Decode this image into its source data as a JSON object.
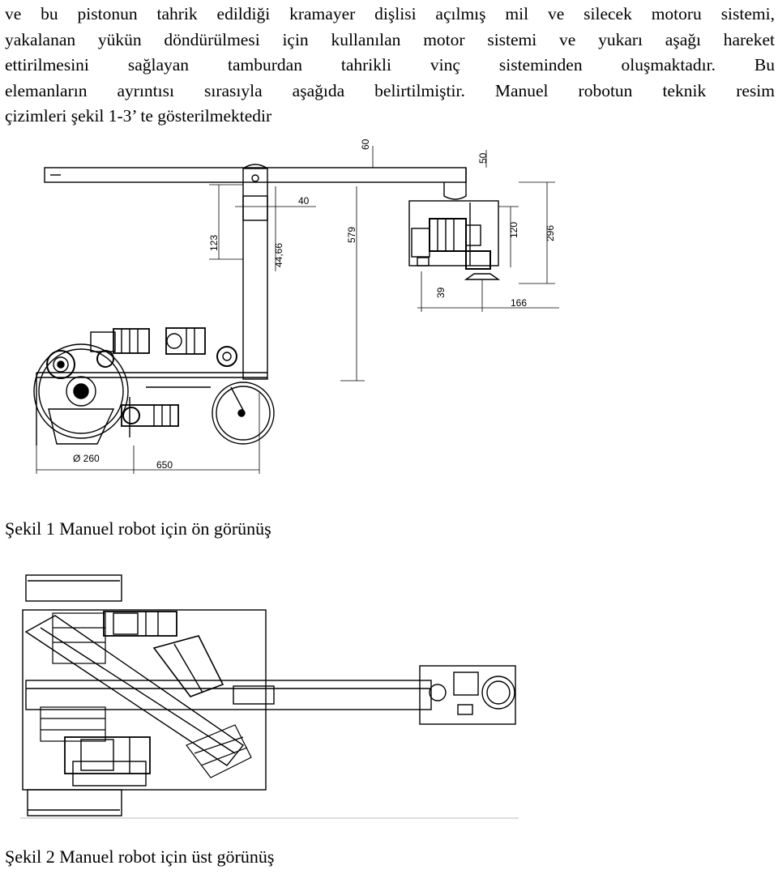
{
  "paragraph": {
    "lines": [
      "ve bu pistonun tahrik edildiği kramayer dişlisi açılmış mil ve silecek motoru sistemi,",
      "yakalanan yükün döndürülmesi için kullanılan motor sistemi ve yukarı aşağı hareket",
      "ettirilmesini sağlayan tamburdan tahrikli vinç sisteminden oluşmaktadır. Bu",
      "elemanların ayrıntısı sırasıyla aşağıda belirtilmiştir. Manuel robotun teknik resim",
      "çizimleri şekil 1-3’ te gösterilmektedir"
    ]
  },
  "figure1": {
    "caption": "Şekil 1 Manuel robot için ön görünüş",
    "dimensions": {
      "d60": "60",
      "d50": "50",
      "d40": "40",
      "d123": "123",
      "d44": "44,66",
      "d579": "579",
      "d120": "120",
      "d296": "296",
      "d39": "39",
      "d166": "166",
      "d260": "Ø 260",
      "d650": "650"
    }
  },
  "figure2": {
    "caption": "Şekil 2 Manuel robot için üst görünüş"
  }
}
